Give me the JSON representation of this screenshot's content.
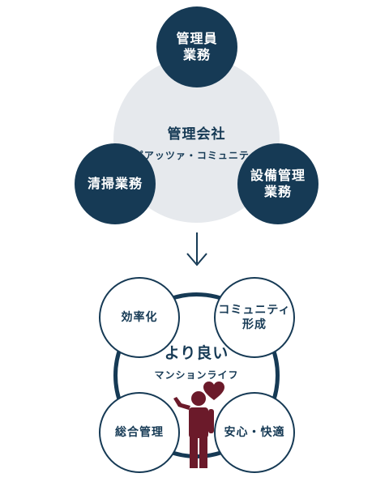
{
  "top": {
    "company_title": "管理会社",
    "company_sub": "ピアッツァ・コミュニティ",
    "nodes": [
      {
        "line1": "管理員",
        "line2": "業務"
      },
      {
        "line1": "清掃業務",
        "line2": ""
      },
      {
        "line1": "設備管理",
        "line2": "業務"
      }
    ]
  },
  "bottom": {
    "center_title": "より良い",
    "center_sub": "マンションライフ",
    "nodes": [
      {
        "line1": "効率化",
        "line2": ""
      },
      {
        "line1": "コミュニティ",
        "line2": "形成"
      },
      {
        "line1": "総合管理",
        "line2": ""
      },
      {
        "line1": "安心・快適",
        "line2": ""
      }
    ]
  },
  "colors": {
    "navy": "#163a55",
    "gray": "#e6e9ed",
    "maroon": "#6b1a2a"
  },
  "icons": [
    "down-arrow-icon",
    "person-icon",
    "heart-icon"
  ]
}
